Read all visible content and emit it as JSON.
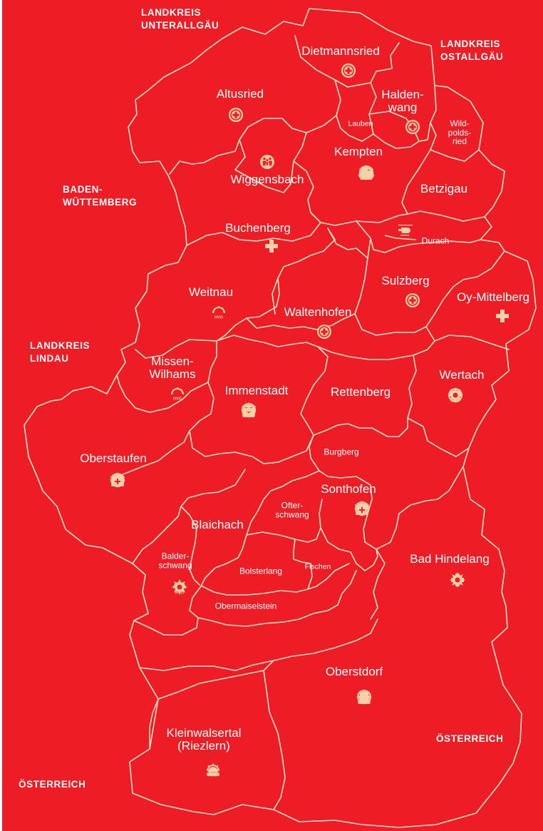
{
  "colors": {
    "region": "#ee1c24",
    "border": "#fbe3c9",
    "icon": "#f9cfa9",
    "text": "#ffffff",
    "frame": "#ffffff"
  },
  "outside_labels": {
    "unterallgaeu": [
      "LANDKREIS",
      "UNTERALLGÄU"
    ],
    "ostallgaeu": [
      "LANDKREIS",
      "OSTALLGÄU"
    ],
    "baden": [
      "BADEN-",
      "WÜTTEMBERG"
    ],
    "lindau": [
      "LANDKREIS",
      "LINDAU"
    ],
    "oesterreich_left": [
      "ÖSTERREICH"
    ],
    "oesterreich_right": [
      "ÖSTERREICH"
    ]
  },
  "municipalities": {
    "dietmannsried": {
      "lines": [
        "Dietmannsried"
      ],
      "icons": [
        "cross-icon",
        "family-icon",
        "water-rescue-icon"
      ]
    },
    "altusried": {
      "lines": [
        "Altusried"
      ],
      "icons": [
        "cross-icon",
        "family-icon",
        "water-rescue-icon"
      ]
    },
    "haldenwang": {
      "lines": [
        "Halden-",
        "wang"
      ],
      "icons": [
        "water-rescue-icon"
      ]
    },
    "lauben": {
      "lines": [
        "Lauben"
      ],
      "icons": []
    },
    "wildpoldsried": {
      "lines": [
        "Wild-",
        "polds-",
        "ried"
      ],
      "icons": []
    },
    "kempten": {
      "lines": [
        "Kempten"
      ],
      "icons": [
        "cross-icon",
        "family-icon",
        "water-rescue-icon",
        "snow-rescue-icon",
        "cutlery-icon",
        "rescue-dog-icon",
        "siren-icon",
        "shirt-cross-icon",
        "ambulance-icon",
        "motorbike-icon",
        "nurse-icon"
      ]
    },
    "wiggensbach": {
      "lines": [
        "Wiggensbach"
      ],
      "icons": [
        "cross-icon",
        "family-icon"
      ]
    },
    "betzigau": {
      "lines": [
        "Betzigau"
      ],
      "icons": []
    },
    "buchenberg": {
      "lines": [
        "Buchenberg"
      ],
      "icons": [
        "cross-icon"
      ]
    },
    "durach": {
      "lines": [
        "Durach"
      ],
      "icons": [
        "helicopter-icon"
      ]
    },
    "weitnau": {
      "lines": [
        "Weitnau"
      ],
      "icons": [
        "hvo-icon"
      ]
    },
    "sulzberg": {
      "lines": [
        "Sulzberg"
      ],
      "icons": [
        "water-rescue-icon"
      ]
    },
    "oymittelberg": {
      "lines": [
        "Oy-Mittelberg"
      ],
      "icons": [
        "cross-icon"
      ]
    },
    "waltenhofen": {
      "lines": [
        "Waltenhofen"
      ],
      "icons": [
        "water-rescue-icon"
      ]
    },
    "missenwilhams": {
      "lines": [
        "Missen-",
        "Wilhams"
      ],
      "icons": [
        "hvo-icon"
      ]
    },
    "immenstadt": {
      "lines": [
        "Immenstadt"
      ],
      "icons": [
        "cross-icon",
        "family-icon",
        "water-rescue-icon",
        "snow-rescue-icon",
        "siren-icon",
        "shirt-cross-icon",
        "ambulance-icon",
        "nurse-icon"
      ]
    },
    "rettenberg": {
      "lines": [
        "Rettenberg"
      ],
      "icons": []
    },
    "wertach": {
      "lines": [
        "Wertach"
      ],
      "icons": [
        "cross-icon",
        "water-rescue-icon",
        "snow-rescue-icon",
        "hvo-icon"
      ]
    },
    "burgberg": {
      "lines": [
        "Burgberg"
      ],
      "icons": []
    },
    "oberstaufen": {
      "lines": [
        "Oberstaufen"
      ],
      "icons": [
        "cross-icon",
        "family-icon",
        "snow-rescue-icon",
        "siren-icon",
        "shirt-cross-icon"
      ]
    },
    "sonthofen": {
      "lines": [
        "Sonthofen"
      ],
      "icons": [
        "cross-icon",
        "family-icon",
        "water-rescue-icon",
        "snow-rescue-icon",
        "siren-icon",
        "shirt-cross-icon"
      ]
    },
    "ofterschwang": {
      "lines": [
        "Ofter-",
        "schwang"
      ],
      "icons": []
    },
    "blaichach": {
      "lines": [
        "Blaichach"
      ],
      "icons": []
    },
    "balderschwang": {
      "lines": [
        "Balder-",
        "schwang"
      ],
      "icons": [
        "snow-rescue-icon",
        "hvo-icon"
      ]
    },
    "bolsterlang": {
      "lines": [
        "Bolsterlang"
      ],
      "icons": []
    },
    "fischen": {
      "lines": [
        "Fischen"
      ],
      "icons": []
    },
    "badhindelang": {
      "lines": [
        "Bad Hindelang"
      ],
      "icons": [
        "cross-icon",
        "snow-rescue-icon"
      ]
    },
    "obermaiselstein": {
      "lines": [
        "Obermaiselstein"
      ],
      "icons": []
    },
    "oberstdorf": {
      "lines": [
        "Oberstdorf"
      ],
      "icons": [
        "cross-icon",
        "water-rescue-icon",
        "snow-rescue-icon",
        "siren-icon",
        "nurse-icon"
      ]
    },
    "kleinwalsertal": {
      "lines": [
        "Kleinwalsertal",
        "(Riezlern)"
      ],
      "icons": [
        "siren-icon",
        "hvo-icon"
      ]
    }
  },
  "hvo_text": "HVO"
}
